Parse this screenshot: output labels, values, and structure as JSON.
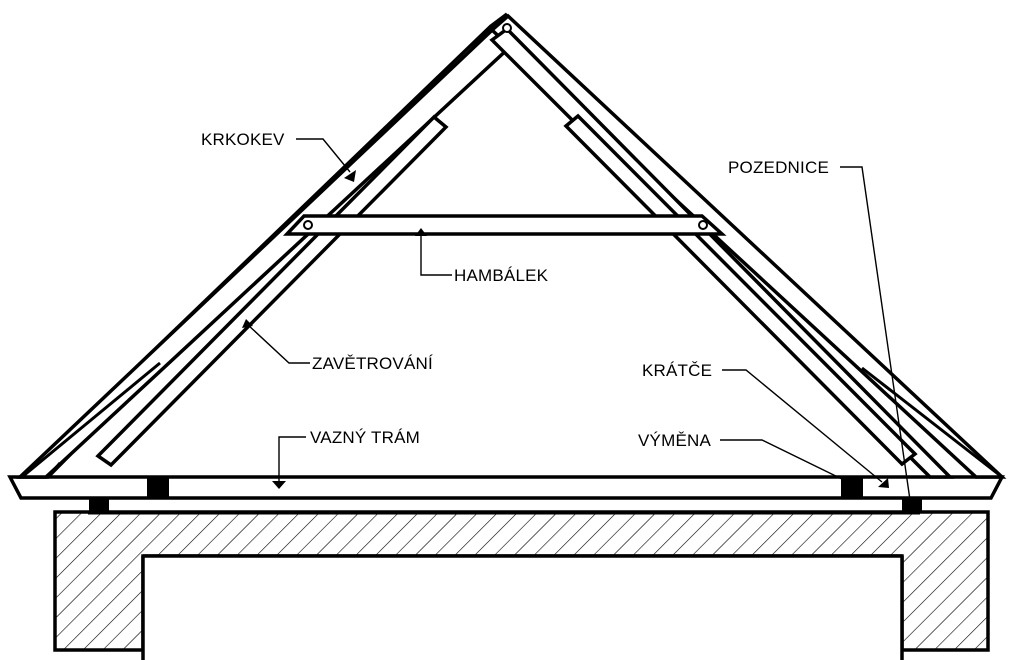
{
  "labels": {
    "krokev": "KRKOKEV",
    "hambalek": "HAMBÁLEK",
    "zavetrovani": "ZAVĚTROVÁNÍ",
    "vazny_tram": "VAZNÝ TRÁM",
    "pozednice": "POZEDNICE",
    "kratce": "KRÁTČE",
    "vymena": "VÝMĚNA"
  },
  "colors": {
    "line": "#000000",
    "background": "#ffffff"
  }
}
